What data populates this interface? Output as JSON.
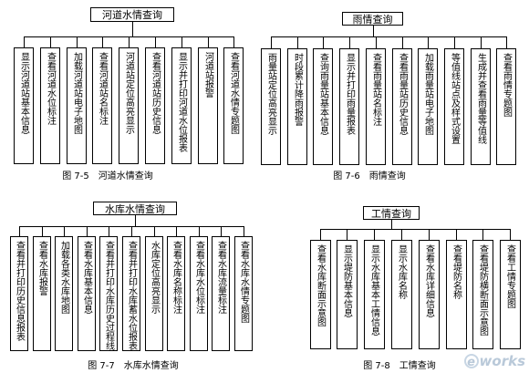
{
  "diagrams": [
    {
      "id": "river",
      "root": "河道水情查询",
      "leaves": [
        "显示河道站基本信息",
        "查看河道水位标注",
        "加载河道站电子地图",
        "查看河道站名标注",
        "河道站定位高亮显示",
        "查看河道站历史信息",
        "显示并打印河道水位报表",
        "河道站报警",
        "查看河道水情专题图"
      ],
      "caption": "图 7-5　河道水情查询"
    },
    {
      "id": "rain",
      "root": "雨情查询",
      "leaves": [
        "雨量站定位高亮显示",
        "时段累计降雨报警",
        "查询雨量站基本信息",
        "显示并打印雨量报表",
        "查看雨量站名标注",
        "查看雨量站历史信息",
        "加载雨量站电子地图",
        "等值线站点及样式设置",
        "生成并查看雨量等值线",
        "查看雨情专题图"
      ],
      "caption": "图 7-6　雨情查询"
    },
    {
      "id": "reservoir",
      "root": "水库水情查询",
      "leaves": [
        "查看并打印历史信息报表",
        "查看水库报警",
        "加载各类水库地图",
        "查看水库基本信息",
        "查看并打印水库历史过程线",
        "查看并打印水库蓄水位报表",
        "水库定位高亮显示",
        "查看水库名称标注",
        "查看水库水位标注",
        "查看水库流量标注",
        "查看水库水情专题图"
      ],
      "caption": "图 7-7　水库水情查询"
    },
    {
      "id": "project",
      "root": "工情查询",
      "leaves": [
        "查看水库断面示意图",
        "显示堤防基本信息",
        "显示水库基本工情信息",
        "显示水库名称",
        "查看水库详细信息",
        "查看堤防名称",
        "查看堤防横断面示意图",
        "查看工情专题图"
      ],
      "caption": "图 7-8　工情查询"
    }
  ],
  "watermark": {
    "text": "works",
    "glyph": "e"
  }
}
